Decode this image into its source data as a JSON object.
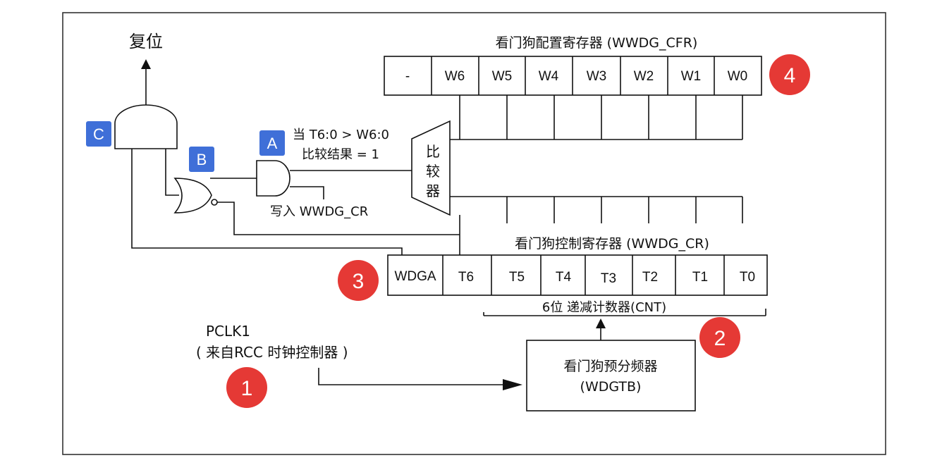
{
  "labels": {
    "reset": "复位",
    "cfr_title": "看门狗配置寄存器 (WWDG_CFR)",
    "cr_title": "看门狗控制寄存器 (WWDG_CR)",
    "cond_line1": "当 T6:0 > W6:0",
    "cond_line2": "比较结果 = 1",
    "write_cr": "写入 WWDG_CR",
    "comparator": [
      "比",
      "较",
      "器"
    ],
    "counter": "6位 递减计数器(CNT)",
    "pclk_line1": "PCLK1",
    "pclk_line2": "( 来自RCC 时钟控制器 )",
    "prescaler_line1": "看门狗预分频器",
    "prescaler_line2": "(WDGTB)"
  },
  "cfr_bits": [
    "-",
    "W6",
    "W5",
    "W4",
    "W3",
    "W2",
    "W1",
    "W0"
  ],
  "cr_bits": [
    "WDGA",
    "T6",
    "T5",
    "T4",
    "T3",
    "T2",
    "T1",
    "T0"
  ],
  "markers": [
    "1",
    "2",
    "3",
    "4"
  ],
  "tags": [
    "A",
    "B",
    "C"
  ],
  "colors": {
    "marker": "#e53935",
    "tag": "#3f6fd8",
    "line": "#111111",
    "frame": "#333333"
  }
}
